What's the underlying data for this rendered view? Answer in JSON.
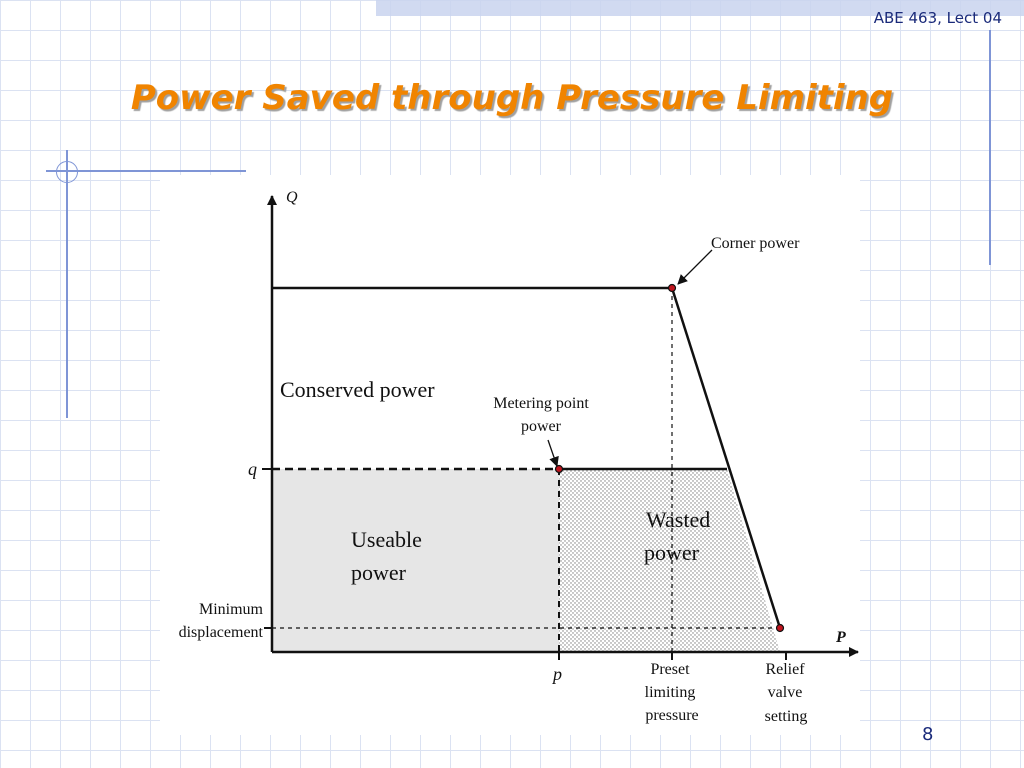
{
  "header": {
    "course_tag": "ABE 463, Lect 04"
  },
  "slide": {
    "title": "Power Saved through Pressure Limiting",
    "page_number": "8"
  },
  "diagram": {
    "axis_y_label": "Q",
    "axis_x_label": "P",
    "tick_q": "q",
    "tick_p": "p",
    "labels": {
      "corner_power": "Corner power",
      "conserved_power": "Conserved power",
      "metering_point_line1": "Metering point",
      "metering_point_line2": "power",
      "useable_line1": "Useable",
      "useable_line2": "power",
      "wasted_line1": "Wasted",
      "wasted_line2": "power",
      "minimum_line1": "Minimum",
      "minimum_line2": "displacement",
      "preset_line1": "Preset",
      "preset_line2": "limiting",
      "preset_line3": "pressure",
      "relief_line1": "Relief",
      "relief_line2": "valve",
      "relief_line3": "setting"
    }
  },
  "colors": {
    "title": "#f08400",
    "point": "#c0141e",
    "grid": "#dbe2f2"
  }
}
